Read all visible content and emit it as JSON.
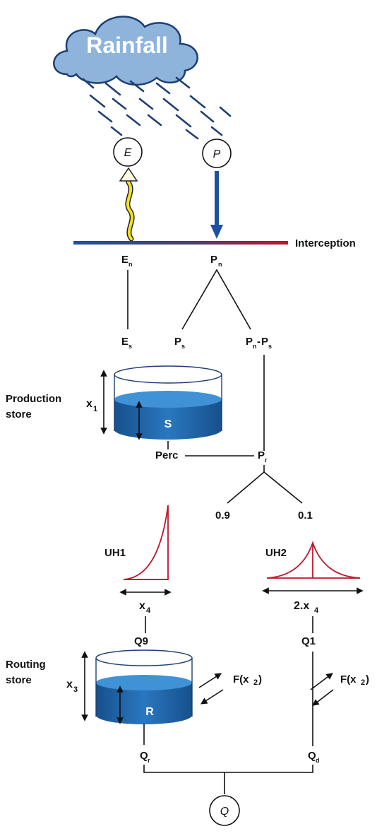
{
  "cloud": {
    "label": "Rainfall"
  },
  "nodes": {
    "evap": "E",
    "precip": "P",
    "flow": "Q"
  },
  "interception": {
    "label": "Interception"
  },
  "variables": {
    "En_main": "E",
    "En_sub": "n",
    "Pn_main": "P",
    "Pn_sub": "n",
    "Es_main": "E",
    "Es_sub": "s",
    "Ps_main": "P",
    "Ps_sub": "s",
    "PnPs_a": "P",
    "PnPs_sub1": "n",
    "PnPs_dash": "-",
    "PnPs_b": "P",
    "PnPs_sub2": "s",
    "Pr_main": "P",
    "Pr_sub": "r",
    "Qr_main": "Q",
    "Qr_sub": "r",
    "Qd_main": "Q",
    "Qd_sub": "d"
  },
  "production_store": {
    "title_line1": "Production",
    "title_line2": "store",
    "capacity_main": "x",
    "capacity_sub": "1",
    "level_label": "S",
    "perc_label": "Perc"
  },
  "split": {
    "left": "0.9",
    "right": "0.1"
  },
  "uh1": {
    "label": "UH1",
    "length_main": "x",
    "length_sub": "4"
  },
  "uh2": {
    "label": "UH2",
    "length_main": "2.x",
    "length_sub": "4"
  },
  "q9": "Q9",
  "q1": "Q1",
  "routing_store": {
    "title_line1": "Routing",
    "title_line2": "store",
    "capacity_main": "x",
    "capacity_sub": "3",
    "level_label": "R",
    "exchange_label_a": "F(x",
    "exchange_sub_a": "2",
    "exchange_close_a": ")"
  },
  "exchange_right": {
    "label": "F(x",
    "sub": "2",
    "close": ")"
  },
  "colors": {
    "cloud": "#8fb4dc",
    "cloud_edge": "#1c3f73",
    "rain": "#1c3f73",
    "arrow": "#1f4fa0",
    "water_dark": "#1c5fa3",
    "water_light": "#3f92d6",
    "uh": "#c0142c",
    "evap_arrow": "#f6e21e"
  }
}
